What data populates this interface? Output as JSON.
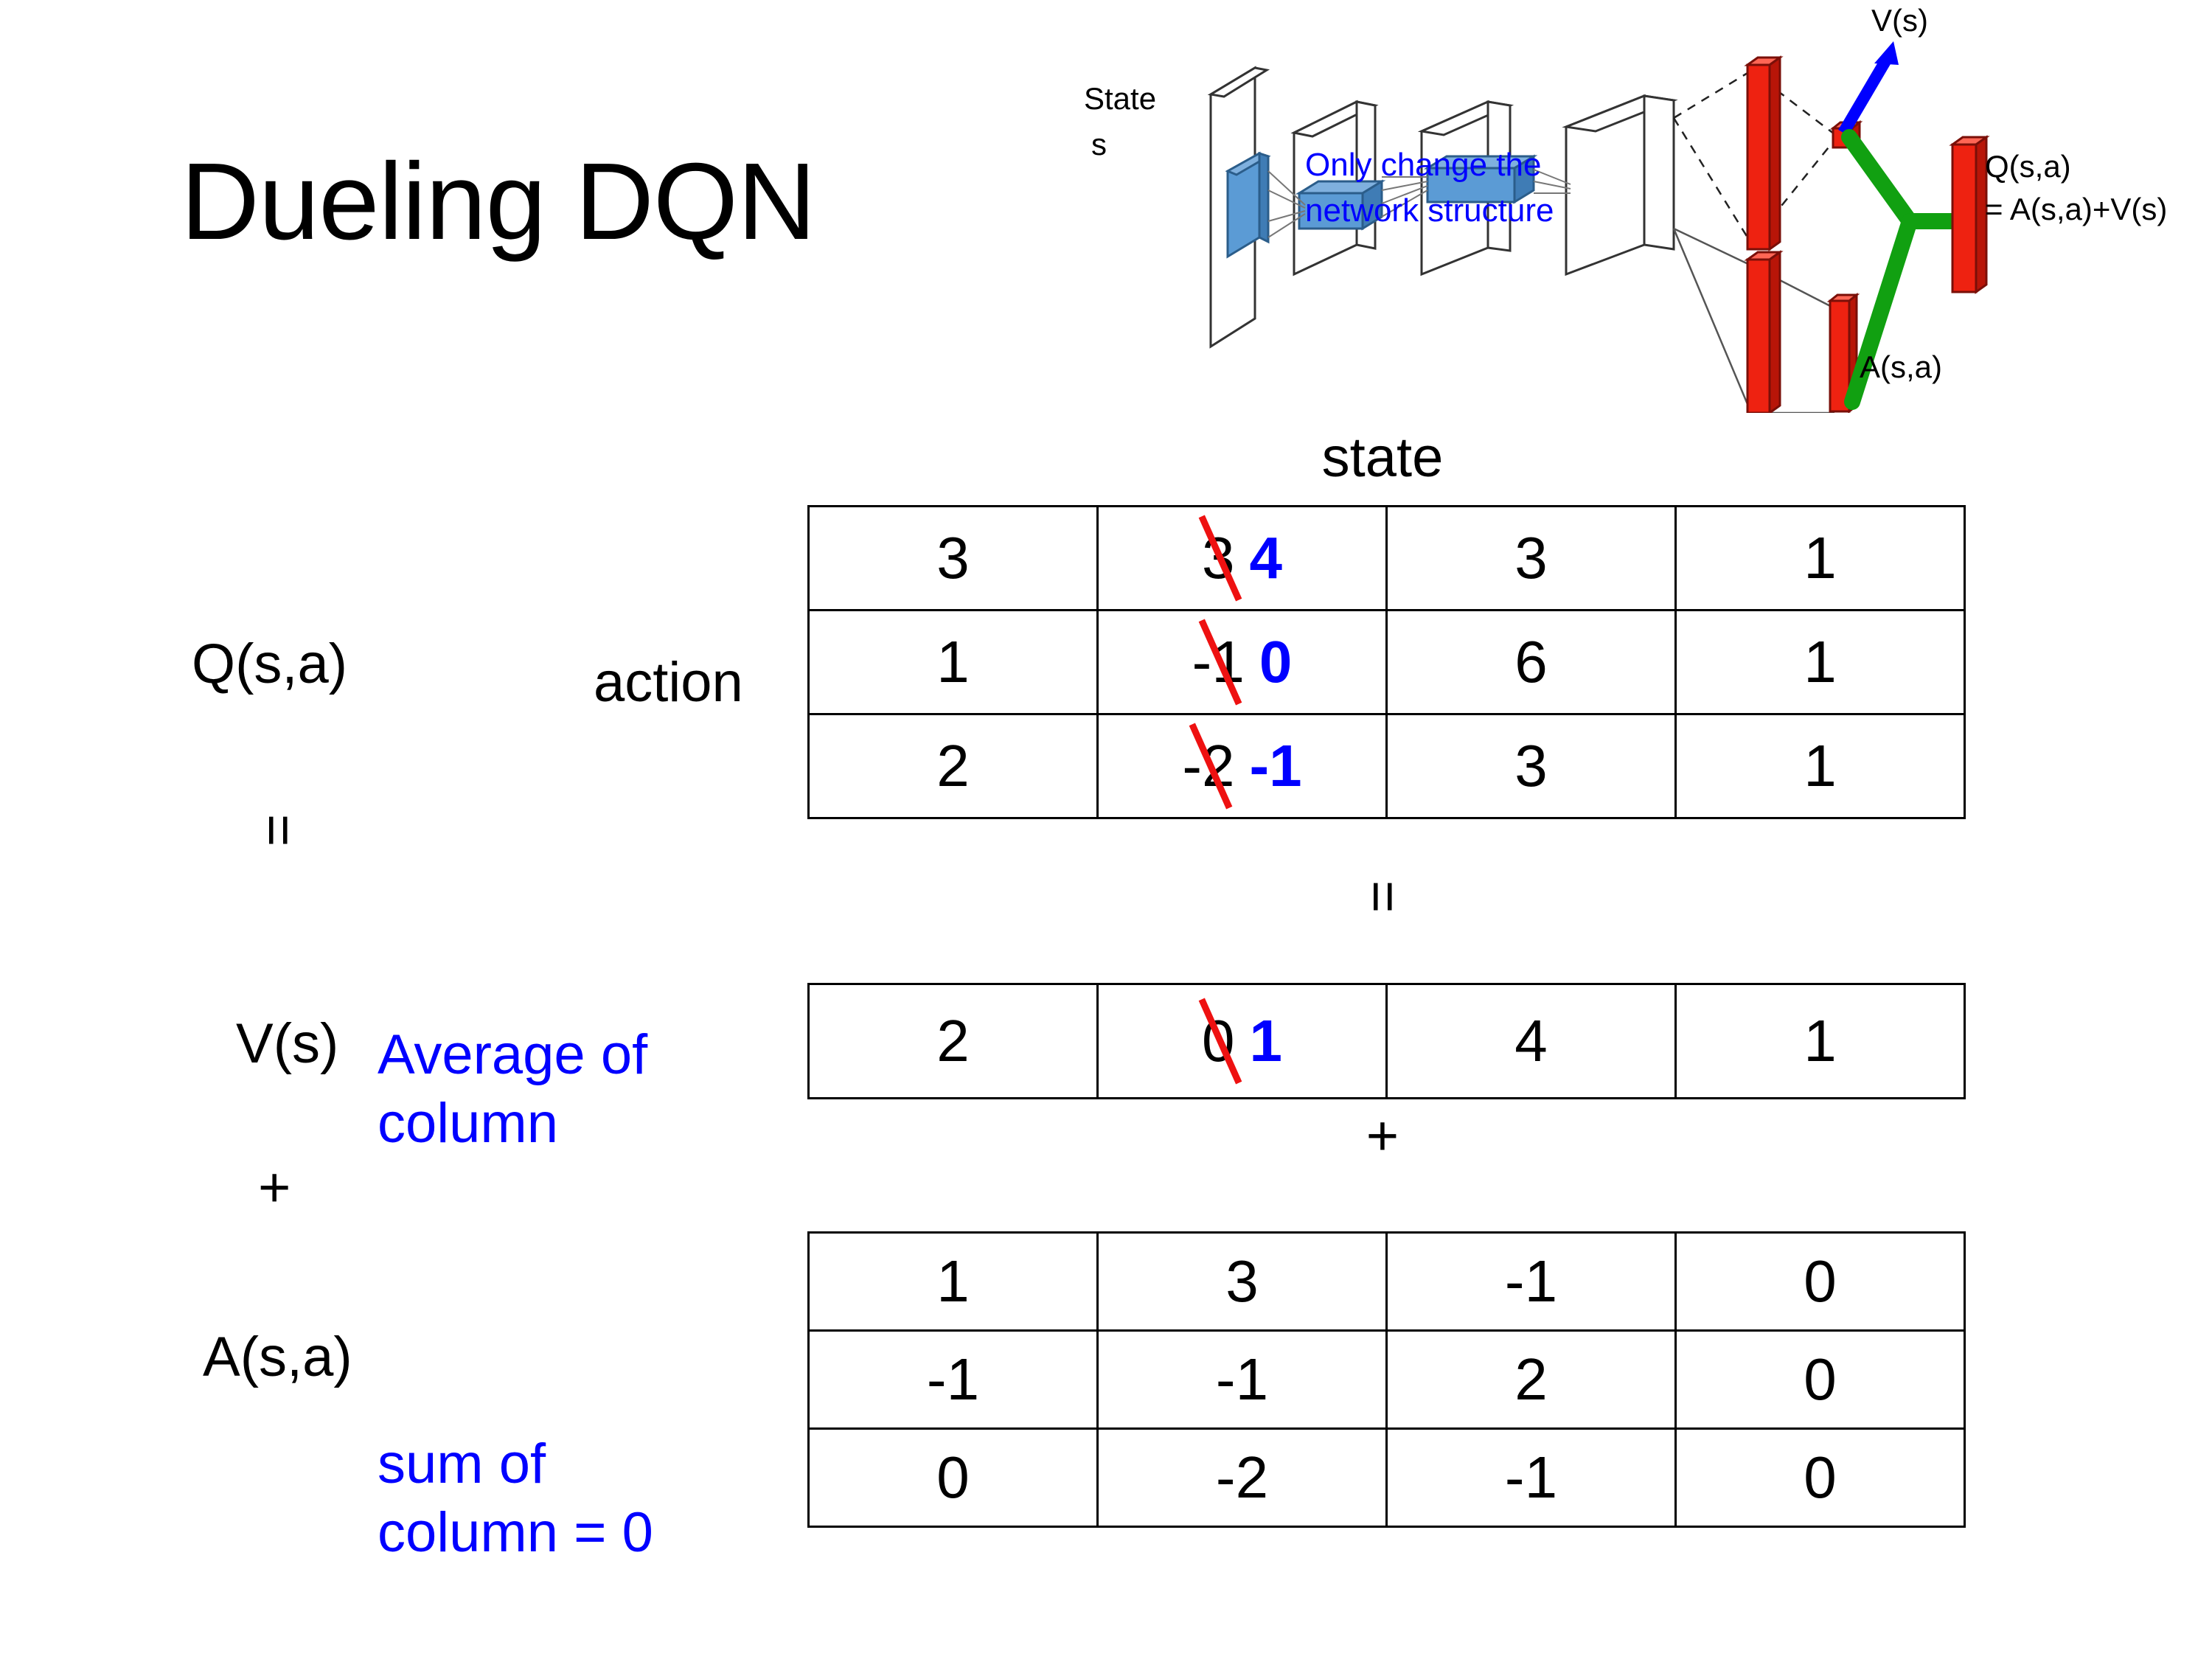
{
  "slide": {
    "title": "Dueling DQN"
  },
  "network_diagram": {
    "input_label_line1": "State",
    "input_label_line2": "s",
    "note_line1": "Only change the",
    "note_line2": "network structure",
    "value_label": "V(s)",
    "advantage_label": "A(s,a)",
    "output_label_line1": "Q(s,a)",
    "output_label_line2": "= A(s,a)+V(s)",
    "colors": {
      "note": "#0000ff",
      "value_arrow": "#0000ff",
      "bars": "#ee2211",
      "combine": "#11a011",
      "input_block": "#5b9bd5"
    }
  },
  "labels": {
    "q_label": "Q(s,a)",
    "v_label": "V(s)",
    "a_label": "A(s,a)",
    "action_axis": "action",
    "state_axis": "state",
    "equals_1": "=",
    "equals_2": "=",
    "plus_1": "+",
    "plus_2": "+",
    "average_note_line1": "Average of",
    "average_note_line2": "column",
    "sum_note_line1": "sum of",
    "sum_note_line2": "column = 0",
    "note_color": "#0000ff",
    "edit_color": "#0000ff",
    "strike_color": "#ee1111"
  },
  "chart_data": {
    "type": "table",
    "title": "Dueling DQN  Q(s,a) = V(s) + A(s,a)",
    "xlabel": "state",
    "ylabel": "action",
    "tables": [
      {
        "name": "Q(s,a)",
        "rows": 3,
        "cols": 4,
        "values": [
          [
            "3",
            "3",
            "3",
            "1"
          ],
          [
            "1",
            "-1",
            "6",
            "1"
          ],
          [
            "2",
            "-2",
            "3",
            "1"
          ]
        ],
        "edits": [
          {
            "row": 0,
            "col": 1,
            "old": "3",
            "new": "4"
          },
          {
            "row": 1,
            "col": 1,
            "old": "-1",
            "new": "0"
          },
          {
            "row": 2,
            "col": 1,
            "old": "-2",
            "new": "-1"
          }
        ]
      },
      {
        "name": "V(s)",
        "rows": 1,
        "cols": 4,
        "values": [
          [
            "2",
            "0",
            "4",
            "1"
          ]
        ],
        "edits": [
          {
            "row": 0,
            "col": 1,
            "old": "0",
            "new": "1"
          }
        ]
      },
      {
        "name": "A(s,a)",
        "rows": 3,
        "cols": 4,
        "values": [
          [
            "1",
            "3",
            "-1",
            "0"
          ],
          [
            "-1",
            "-1",
            "2",
            "0"
          ],
          [
            "0",
            "-2",
            "-1",
            "0"
          ]
        ],
        "edits": []
      }
    ]
  }
}
